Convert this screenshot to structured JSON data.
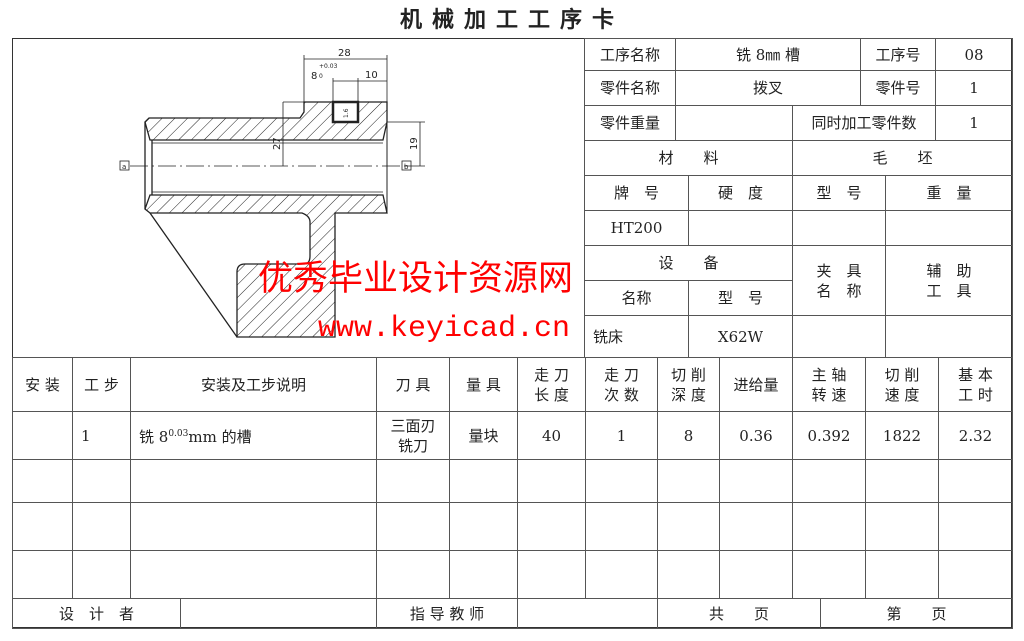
{
  "title": "机械加工工序卡",
  "header": {
    "process_name_label": "工序名称",
    "process_name": "铣 8㎜ 槽",
    "process_no_label": "工序号",
    "process_no": "08",
    "part_name_label": "零件名称",
    "part_name": "拨叉",
    "part_no_label": "零件号",
    "part_no": "1",
    "part_weight_label": "零件重量",
    "part_weight": "",
    "simul_label": "同时加工零件数",
    "simul": "1",
    "material_label": "材　　料",
    "blank_label": "毛　　坯",
    "grade_label": "牌　号",
    "hardness_label": "硬　度",
    "type_label": "型　号",
    "weight_label": "重　量",
    "grade": "HT200",
    "equipment_label": "设　　备",
    "fixture_label": "夹　具\n名　称",
    "aux_label": "辅　助\n工　具",
    "eq_name_label": "名称",
    "eq_type_label": "型　号",
    "eq_name": "铣床",
    "eq_type": "X62W"
  },
  "drawing": {
    "dims": [
      "28",
      "8",
      "+0.03",
      "0",
      "10",
      "27",
      "19",
      "1.6"
    ],
    "datum": [
      "a",
      "b"
    ]
  },
  "steps_table": {
    "columns": [
      "安 装",
      "工 步",
      "安装及工步说明",
      "刀 具",
      "量 具",
      "走 刀\n长 度",
      "走 刀\n次 数",
      "切 削\n深 度",
      "进给量",
      "主 轴\n转 速",
      "切 削\n速 度",
      "基 本\n工 时"
    ],
    "rows": [
      {
        "install": "",
        "step": "1",
        "desc_pre": "铣 8",
        "desc_sup": "0.03",
        "desc_post": "mm 的槽",
        "tool": "三面刃\n铣刀",
        "gauge": "量块",
        "length": "40",
        "passes": "1",
        "depth": "8",
        "feed": "0.36",
        "speed": "0.392",
        "cut_speed": "1822",
        "time": "2.32"
      }
    ]
  },
  "footer": {
    "designer": "设　计　者",
    "designer_value": "",
    "advisor": "指 导 教 师",
    "advisor_value": "",
    "total": "共　　页",
    "page": "第　　页"
  },
  "watermark": {
    "line1": "优秀毕业设计资源网",
    "line2": "www.keyicad.cn",
    "color": "#ff0000"
  }
}
